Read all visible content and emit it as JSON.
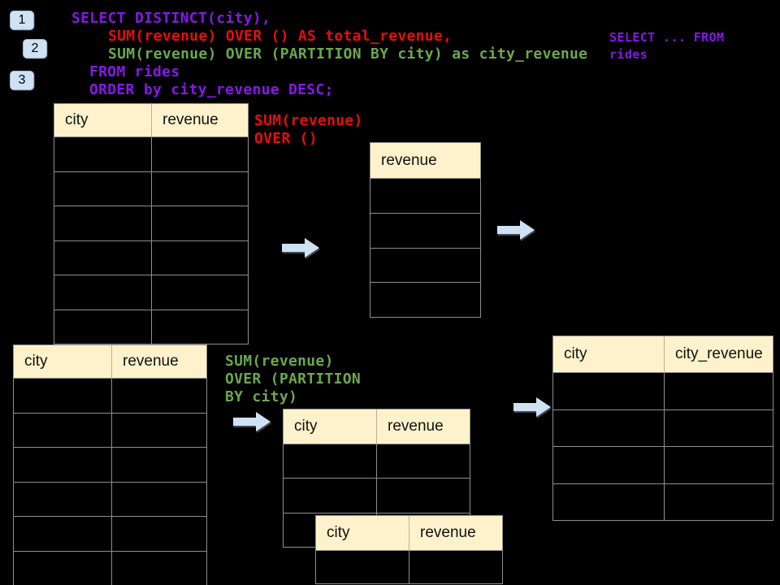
{
  "colors": {
    "background": "#000000",
    "sql_purple": "#8617ea",
    "sql_red": "#ea0c0c",
    "sql_green": "#6aa84f",
    "table_header_fill": "#fdf2cc",
    "table_border": "#8f8f8f",
    "arrow_fill": "#cfe2f3",
    "badge_fill": "#cfe2f3"
  },
  "badges": [
    {
      "label": "1"
    },
    {
      "label": "2"
    },
    {
      "label": "3"
    }
  ],
  "sql": {
    "lines": [
      {
        "text": "SELECT DISTINCT(city),",
        "color": "purple"
      },
      {
        "text": "SUM(revenue) OVER () AS total_revenue,",
        "color": "red"
      },
      {
        "text": "SUM(revenue) OVER (PARTITION BY city) as city_revenue",
        "color": "green"
      },
      {
        "text": "FROM rides",
        "color": "purple"
      },
      {
        "text": "ORDER by city_revenue DESC;",
        "color": "purple"
      }
    ]
  },
  "side_note": {
    "line1": "SELECT ... FROM",
    "line2": "rides"
  },
  "annotations": {
    "total": {
      "line1": "SUM(revenue)",
      "line2": "OVER ()"
    },
    "partition": {
      "line1": "SUM(revenue)",
      "line2": "OVER (PARTITION",
      "line3": "BY city)"
    }
  },
  "tables": {
    "source_top": {
      "columns": [
        "city",
        "revenue"
      ],
      "rows": 6
    },
    "total_result": {
      "columns": [
        "revenue"
      ],
      "rows": 4
    },
    "source_bottom": {
      "columns": [
        "city",
        "revenue"
      ],
      "rows": 6
    },
    "partition_mid": {
      "columns": [
        "city",
        "revenue"
      ],
      "rows": 3
    },
    "partition_overlay": {
      "columns": [
        "city",
        "revenue"
      ],
      "rows": 1
    },
    "final_result": {
      "columns": [
        "city",
        "city_revenue"
      ],
      "rows": 4
    }
  },
  "icons": {
    "arrow": "arrow-right-icon"
  }
}
